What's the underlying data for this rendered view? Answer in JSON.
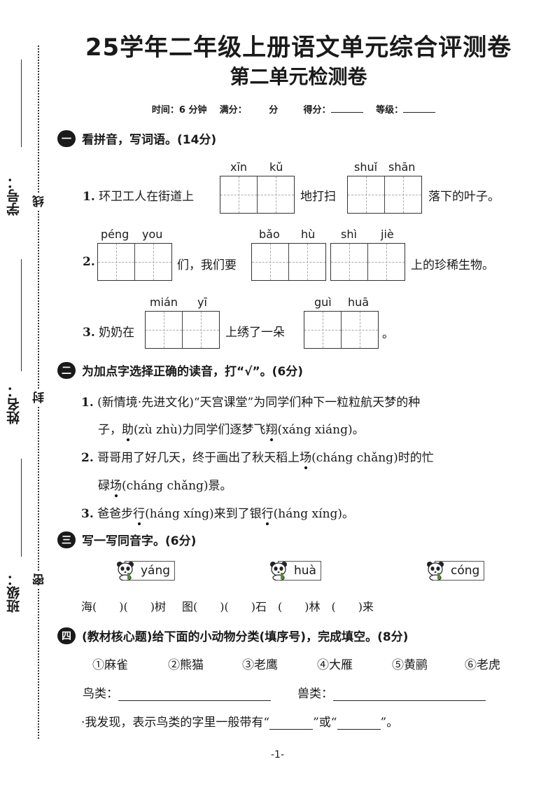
{
  "header": {
    "title": "25学年二年级上册语文单元综合评测卷",
    "subtitle": "第二单元检测卷",
    "meta": {
      "time_label": "时间：6 分钟",
      "full_label": "满分：",
      "full_unit": "分",
      "score_label": "得分：",
      "grade_label": "等级："
    }
  },
  "margin": {
    "student_id": "学号：",
    "name": "姓名：",
    "class": "班级：",
    "seal_xian": "线",
    "seal_feng": "封",
    "seal_mi": "密"
  },
  "section1": {
    "num": "一",
    "title": "看拼音，写词语。(14分)",
    "q1": {
      "num": "1.",
      "pre": "环卫工人在街道上",
      "mid": "地打扫",
      "post": "落下的叶子。",
      "py_a": [
        "xīn",
        "kǔ"
      ],
      "py_b": [
        "shuǐ",
        "shān"
      ]
    },
    "q2": {
      "num": "2.",
      "mid": "们，我们要",
      "post": "上的珍稀生物。",
      "py_a": [
        "péng",
        "you"
      ],
      "py_b": [
        "bǎo",
        "hù"
      ],
      "py_c": [
        "shì",
        "jiè"
      ]
    },
    "q3": {
      "num": "3.",
      "pre": "奶奶在",
      "mid": "上绣了一朵",
      "post": "。",
      "py_a": [
        "mián",
        "yī"
      ],
      "py_b": [
        "guì",
        "huā"
      ]
    }
  },
  "section2": {
    "num": "二",
    "title": "为加点字选择正确的读音，打“√”。(6分)",
    "q1_line1_pre": "1.",
    "q1_line1": "(新情境·先进文化)“天宫课堂”为同学们种下一粒粒航天梦的种",
    "q1_line2_a": "子，",
    "q1_line2_dot": "助",
    "q1_line2_b": "(zù  zhù)力同学们逐梦飞",
    "q1_line2_dot2": "翔",
    "q1_line2_c": "(xáng  xiáng)。",
    "q2_line1_pre": "2.",
    "q2_line1_a": "哥哥用了好几天，终于画出了秋天稻上",
    "q2_line1_dot": "场",
    "q2_line1_b": "(cháng  chǎng)时的忙",
    "q2_line2_a": "碌",
    "q2_line2_dot": "场",
    "q2_line2_b": "(cháng  chǎng)景。",
    "q3_pre": "3.",
    "q3_a": "爸爸步",
    "q3_dot": "行",
    "q3_b": "(háng  xíng)来到了银",
    "q3_dot2": "行",
    "q3_c": "(háng  xíng)。"
  },
  "section3": {
    "num": "三",
    "title": "写一写同音字。(6分)",
    "tags": [
      "yáng",
      "huà",
      "cóng"
    ],
    "line": "海(　　)(　　)树　 图(　　)(　　)石　(　　)林　(　　)来"
  },
  "section4": {
    "num": "四",
    "title": "(教材核心题)给下面的小动物分类(填序号)，完成填空。(8分)",
    "animals": [
      "①麻雀",
      "②熊猫",
      "③老鹰",
      "④大雁",
      "⑤黄鹂",
      "⑥老虎"
    ],
    "birds_label": "鸟类：",
    "beasts_label": "兽类：",
    "finding_a": "·我发现，表示鸟类的字里一般带有“",
    "finding_b": "”或“",
    "finding_c": "”。"
  },
  "footer": {
    "page": "-1-"
  }
}
